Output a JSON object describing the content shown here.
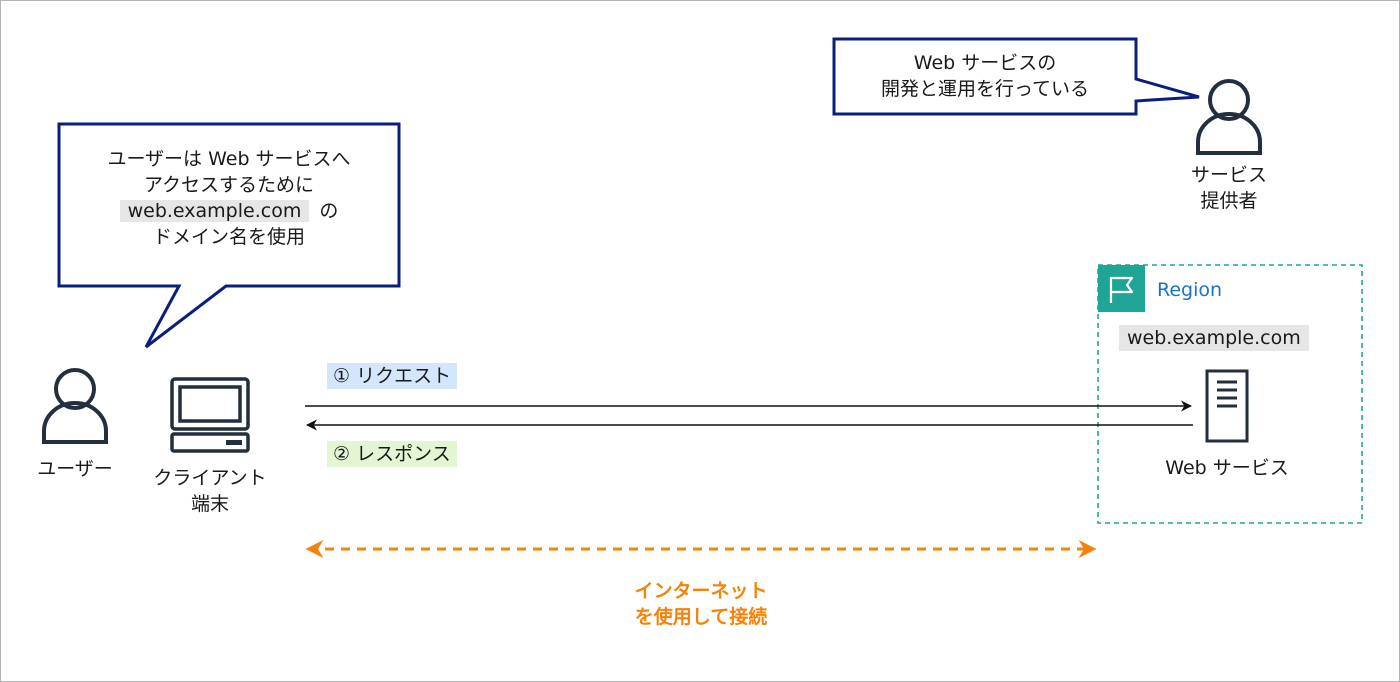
{
  "user_bubble": {
    "line1": "ユーザーは Web サービスへ",
    "line2": "アクセスするために",
    "domain": "web.example.com",
    "suffix": "の",
    "line4": "ドメイン名を使用"
  },
  "provider_bubble": {
    "line1": "Web サービスの",
    "line2": "開発と運用を行っている"
  },
  "user": {
    "label": "ユーザー"
  },
  "client": {
    "line1": "クライアント",
    "line2": "端末"
  },
  "provider": {
    "line1": "サービス",
    "line2": "提供者"
  },
  "region": {
    "title": "Region",
    "domain": "web.example.com"
  },
  "server": {
    "label": "Web サービス"
  },
  "request": {
    "label": "① リクエスト"
  },
  "response": {
    "label": "② レスポンス"
  },
  "internet": {
    "line1": "インターネット",
    "line2": "を使用して接続"
  },
  "colors": {
    "bubble_border": "#0a1f7c",
    "region_border": "#1fa596",
    "region_icon": "#1fa596",
    "internet": "#f5830a",
    "request_bg": "#d4e6fb",
    "response_bg": "#e4f5d4",
    "code_bg": "#e6e6e6"
  }
}
